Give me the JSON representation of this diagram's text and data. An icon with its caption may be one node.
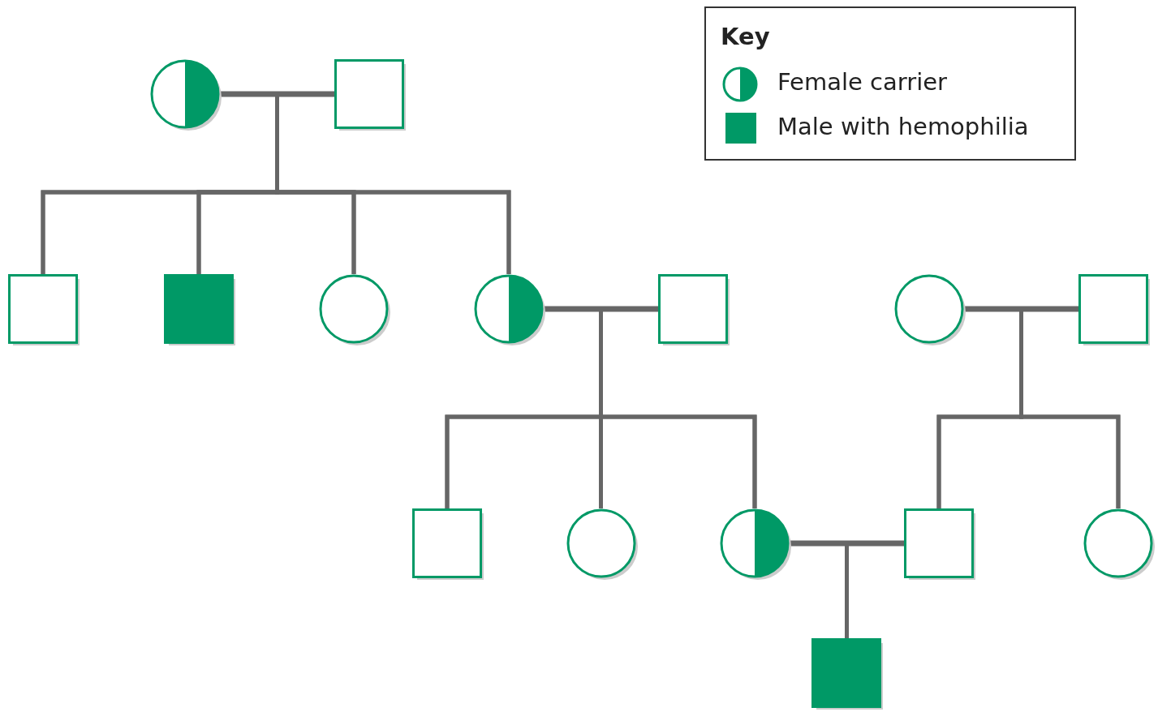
{
  "diagram": {
    "nodes": [
      {
        "text": [],
        "shape": "circle"
      },
      {
        "text": [],
        "shape": "box"
      },
      {
        "text": [],
        "shape": "box"
      },
      {
        "text": [],
        "shape": "box"
      },
      {
        "text": [],
        "shape": "circle"
      },
      {
        "text": [],
        "shape": "circle"
      },
      {
        "text": [],
        "shape": "box"
      },
      {
        "text": [],
        "shape": "circle"
      },
      {
        "text": [],
        "shape": "box"
      },
      {
        "text": [],
        "shape": "box"
      },
      {
        "text": [],
        "shape": "circle"
      },
      {
        "text": [],
        "shape": "circle"
      },
      {
        "text": [],
        "shape": "box"
      },
      {
        "text": [],
        "shape": "circle"
      },
      {
        "text": [],
        "shape": "box"
      }
    ],
    "edges": [
      {
        "from": 0,
        "to": 1,
        "arrow": "none"
      },
      {
        "from": 0,
        "to": 2,
        "arrow": "none"
      },
      {
        "from": 0,
        "to": 3,
        "arrow": "none"
      },
      {
        "from": 0,
        "to": 4,
        "arrow": "none"
      },
      {
        "from": 0,
        "to": 5,
        "arrow": "none"
      },
      {
        "from": 1,
        "to": 2,
        "arrow": "none"
      },
      {
        "from": 1,
        "to": 3,
        "arrow": "none"
      },
      {
        "from": 1,
        "to": 4,
        "arrow": "none"
      },
      {
        "from": 1,
        "to": 5,
        "arrow": "none"
      },
      {
        "from": 5,
        "to": 6,
        "arrow": "none"
      },
      {
        "from": 5,
        "to": 9,
        "arrow": "none"
      },
      {
        "from": 5,
        "to": 10,
        "arrow": "none"
      },
      {
        "from": 5,
        "to": 11,
        "arrow": "none"
      },
      {
        "from": 6,
        "to": 9,
        "arrow": "none"
      },
      {
        "from": 6,
        "to": 10,
        "arrow": "none"
      },
      {
        "from": 6,
        "to": 11,
        "arrow": "none"
      },
      {
        "from": 7,
        "to": 8,
        "arrow": "none"
      },
      {
        "from": 7,
        "to": 12,
        "arrow": "none"
      },
      {
        "from": 7,
        "to": 13,
        "arrow": "none"
      },
      {
        "from": 8,
        "to": 12,
        "arrow": "none"
      },
      {
        "from": 8,
        "to": 13,
        "arrow": "none"
      },
      {
        "from": 11,
        "to": 12,
        "arrow": "none"
      },
      {
        "from": 11,
        "to": 14,
        "arrow": "none"
      },
      {
        "from": 12,
        "to": 14,
        "arrow": "none"
      }
    ],
    "labels": [
      "Key"
    ],
    "legend": [
      {
        "text": "Female carrier"
      },
      {
        "text": "Male with hemophilia",
        "color": "#009966"
      }
    ]
  }
}
